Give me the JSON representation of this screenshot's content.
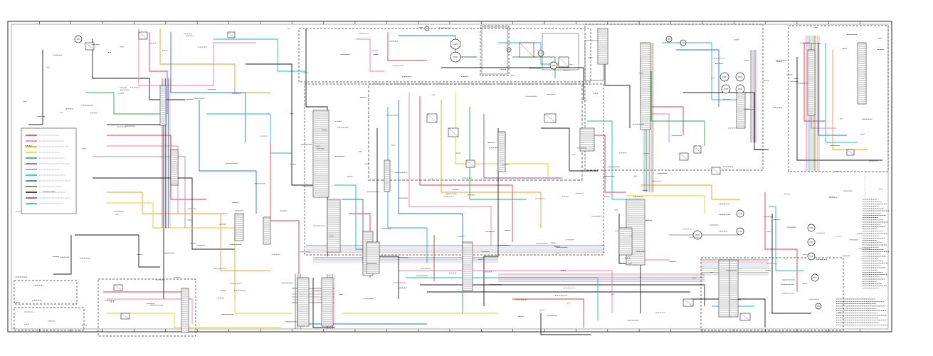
{
  "diagram": {
    "kind": "electrical wiring schematic",
    "wire_colors": {
      "red": "#e8314a",
      "pink": "#ee7ab3",
      "orange": "#f39a1e",
      "yellow": "#e7cf1b",
      "green": "#2fa84f",
      "blue": "#1f6fe0",
      "cyan": "#19b5d8",
      "purple": "#8a4bc7",
      "brown": "#8b5a2b",
      "gray": "#9a9a9a",
      "black": "#1a1a1a"
    },
    "legend": {
      "entries": [
        {
          "color": "red"
        },
        {
          "color": "pink"
        },
        {
          "color": "orange"
        },
        {
          "color": "yellow"
        },
        {
          "color": "green"
        },
        {
          "color": "purple"
        },
        {
          "color": "gray"
        },
        {
          "color": "cyan"
        },
        {
          "color": "blue"
        },
        {
          "color": "brown"
        },
        {
          "color": "black"
        },
        {
          "color": "red"
        },
        {
          "color": "cyan"
        }
      ]
    },
    "border_zone_count": 28
  }
}
